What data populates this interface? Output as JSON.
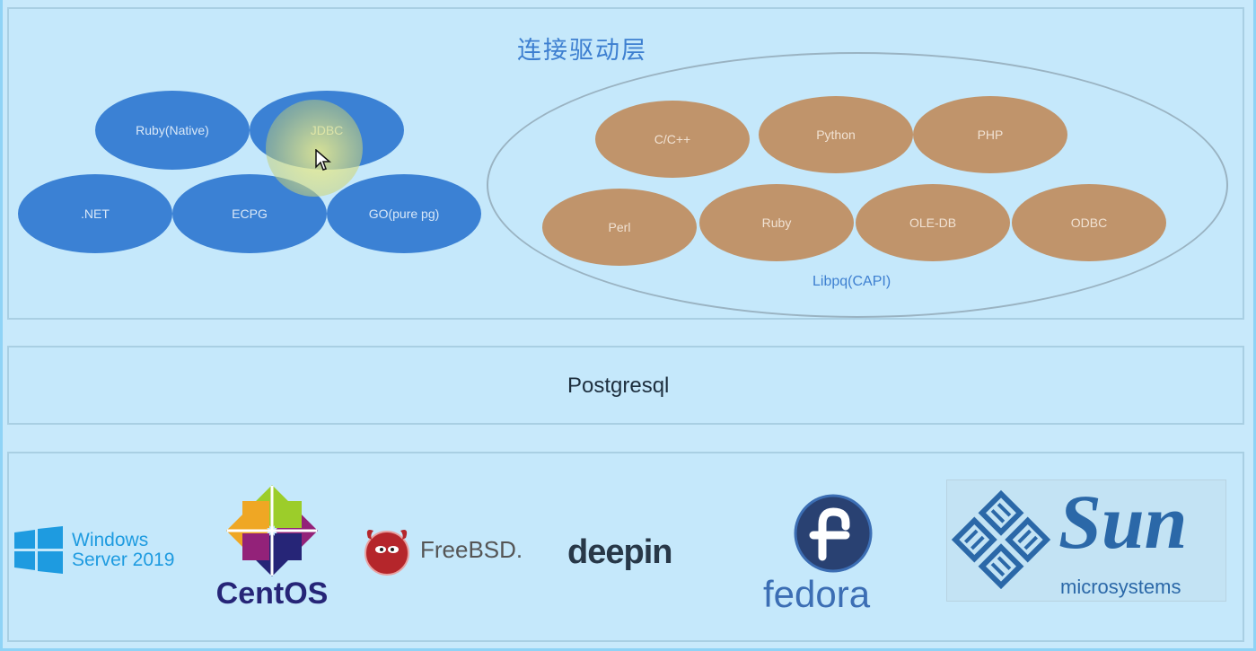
{
  "diagram": {
    "driver_layer": {
      "title": "连接驱动层",
      "direct_drivers": [
        "Ruby(Native)",
        "JDBC",
        ".NET",
        "ECPG",
        "GO(pure pg)"
      ],
      "libpq": {
        "label": "Libpq(CAPI)",
        "drivers": [
          "C/C++",
          "Python",
          "PHP",
          "Perl",
          "Ruby",
          "OLE-DB",
          "ODBC"
        ]
      }
    },
    "database_layer": {
      "label": "Postgresql"
    },
    "os_layer": {
      "logos": [
        {
          "name": "windows-server-logo",
          "lines": [
            "Windows",
            "Server 2019"
          ]
        },
        {
          "name": "centos-logo",
          "text": "CentOS"
        },
        {
          "name": "freebsd-logo",
          "text": "FreeBSD."
        },
        {
          "name": "deepin-logo",
          "text": "deepin"
        },
        {
          "name": "fedora-logo",
          "text": "fedora"
        },
        {
          "name": "sun-logo",
          "text": "Sun",
          "subtext": "microsystems"
        }
      ]
    }
  },
  "colors": {
    "direct_driver": "#3b81d4",
    "libpq_driver": "#c0946b",
    "title": "#3d7fd0"
  }
}
